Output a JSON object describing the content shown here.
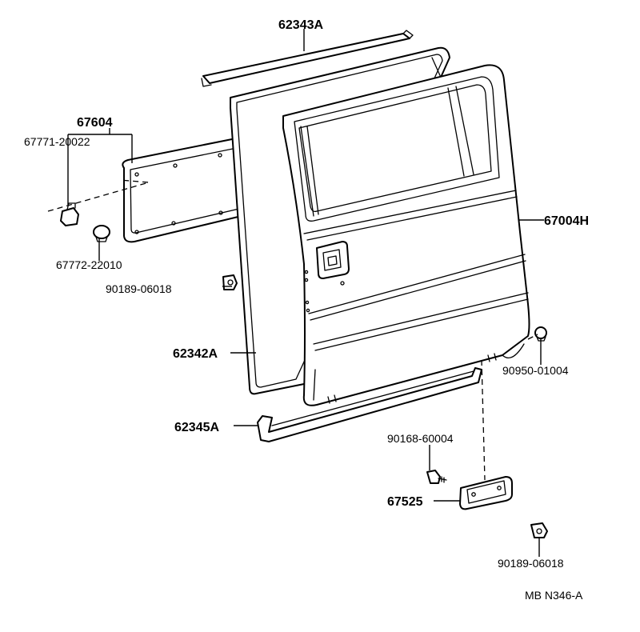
{
  "labels": {
    "p62343A": "62343A",
    "p67604": "67604",
    "p67771": "67771-20022",
    "p67772": "67772-22010",
    "p90189a": "90189-06018",
    "p62342A": "62342A",
    "p62345A": "62345A",
    "p67004H": "67004H",
    "p90950": "90950-01004",
    "p90168": "90168-60004",
    "p67525": "67525",
    "p90189b": "90189-06018"
  },
  "drawing_code": "MB N346-A"
}
